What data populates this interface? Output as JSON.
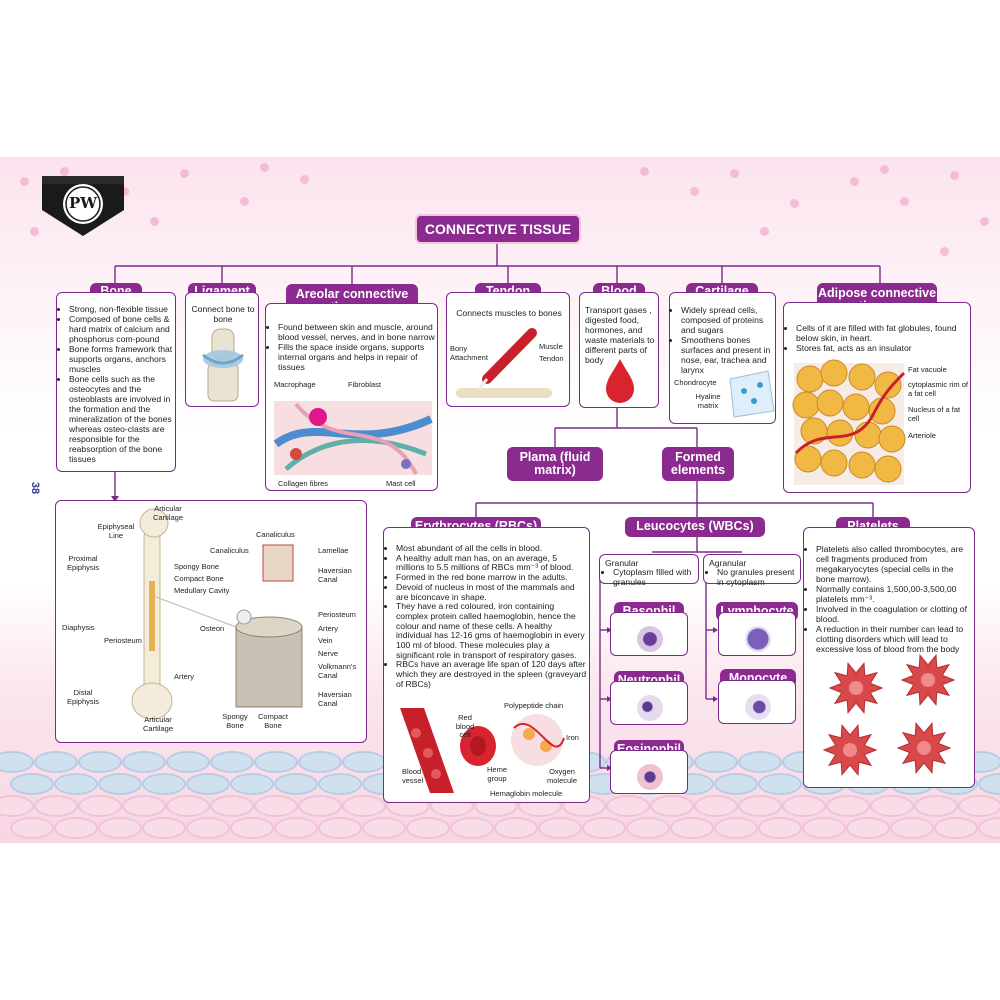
{
  "page_number": "38",
  "logo": {
    "text": "PW"
  },
  "title": "CONNECTIVE TISSUE",
  "colors": {
    "accent": "#8b2a8f",
    "line": "#7b2a8c",
    "blood": "#d9232e",
    "pink_bg": "#fbe3ee"
  },
  "bone": {
    "label": "Bone",
    "points": [
      "Strong, non-flexible tissue",
      "Composed of bone cells & hard matrix of calcium and phosphorus com-pound",
      "Bone forms framework that supports organs, anchors muscles",
      "Bone cells such as the osteocytes and the osteoblasts are involved in the formation and the mineralization of the bones whereas osteo-clasts are responsible for the reabsorption of the bone tissues"
    ],
    "diagram_labels": {
      "articular_cartilage_top": "Articular Cartilage",
      "epiphyseal_line": "Epiphyseal Line",
      "proximal_epiphysis": "Proximal Epiphysis",
      "spongy_bone": "Spongy Bone",
      "compact_bone": "Compact Bone",
      "medullary_cavity": "Medullary Cavity",
      "diaphysis": "Diaphysis",
      "periosteum_left": "Periosteum",
      "artery_left": "Artery",
      "distal_epiphysis": "Distal Epiphysis",
      "articular_cartilage_bottom": "Articular Cartilage",
      "canaliculus_top": "Canaliculus",
      "canaliculus": "Canaliculus",
      "lamellae": "Lamellae",
      "haversian_canal_top": "Haversian Canal",
      "osteon": "Osteon",
      "periosteum": "Periosteum",
      "artery": "Artery",
      "vein": "Vein",
      "nerve": "Nerve",
      "volkmanns_canal": "Volkmann's Canal",
      "haversian_canal": "Haversian Canal",
      "spongy_bone_bottom": "Spongy Bone",
      "compact_bone_bottom": "Compact Bone"
    }
  },
  "ligament": {
    "label": "Ligament",
    "text": "Connect bone to bone"
  },
  "areolar": {
    "label": "Areolar connective tissues",
    "points": [
      "Found between skin and muscle, around blood vessel, nerves, and in bone narrow",
      "Fills the space inside organs, supports internal organs and helps in repair of tissues"
    ],
    "diagram_labels": {
      "macrophage": "Macrophage",
      "fibroblast": "Fibroblast",
      "collagen": "Collagen fibres",
      "mast_cell": "Mast cell"
    }
  },
  "tendon": {
    "label": "Tendon",
    "text": "Connects muscles to bones",
    "diagram_labels": {
      "bony": "Bony Attachment",
      "muscle": "Muscle",
      "tendon": "Tendon"
    }
  },
  "blood": {
    "label": "Blood",
    "text": "Transport gases , digested food, hormones, and waste materials to different parts of body"
  },
  "cartilage": {
    "label": "Cartilage",
    "points": [
      "Widely spread cells, composed of proteins and sugars",
      "Smoothens bones surfaces and present in nose, ear, trachea and larynx"
    ],
    "diagram_labels": {
      "chondrocyte": "Chondrocyte",
      "hyaline": "Hyaline matrix"
    }
  },
  "adipose": {
    "label": "Adipose connective tissue",
    "points": [
      "Cells of it are filled with fat globules, found below skin, in heart.",
      "Stores fat, acts as an insulator"
    ],
    "diagram_labels": {
      "fat_vacuole": "Fat vacuole",
      "cyto_rim": "cytoplasmic rim of a fat cell",
      "nucleus": "Nucleus of a fat cell",
      "arteriole": "Arteriole"
    }
  },
  "plasma": {
    "label": "Plama (fluid matrix)"
  },
  "formed": {
    "label": "Formed elements"
  },
  "rbc": {
    "label": "Erythrocytes (RBCs)",
    "points": [
      "Most abundant of all the cells in blood.",
      "A healthy adult man has, on an average, 5 millions to 5.5 millions of RBCs mm⁻³ of blood.",
      "Formed in the red bone marrow in the adults.",
      "Devoid of nucleus in most of the mammals and are biconcave in shape.",
      "They have a red coloured, iron containing complex protein called haemoglobin, hence the colour and name of these cells. A healthy individual has 12-16 gms of haemoglobin in every 100 ml of blood. These molecules play a significant role in transport of respiratory gases.",
      "RBCs have an average life span of 120 days after which they are destroyed in the spleen (graveyard of RBCs)"
    ],
    "diagram_labels": {
      "red_blood_cell": "Red blood cell",
      "polypeptide": "Polypeptide chain",
      "iron": "Iron",
      "blood_vessel": "Blood vessel",
      "heme": "Heme group",
      "oxygen": "Oxygen molecule",
      "hemoglobin": "Hemaglobin molecule"
    }
  },
  "wbc": {
    "label": "Leucocytes (WBCs)",
    "granular": {
      "title": "Granular",
      "point": "Cytoplasm filled with granules"
    },
    "agranular": {
      "title": "Agranular",
      "point": "No granules present in cytoplasm"
    },
    "basophil": "Basophil",
    "neutrophil": "Neutrophil",
    "eosinophil": "Eosinophil",
    "lymphocyte": "Lymphocyte",
    "monocyte": "Monocyte"
  },
  "platelets": {
    "label": "Platelets",
    "points": [
      "Platelets also called thrombocytes, are cell fragments produced from megakaryocytes (special cells in the bone marrow).",
      "Normally contains 1,500,00-3,500,00 platelets mm⁻³.",
      "Involved in the coagulation or clotting of blood.",
      "A reduction in their number can lead to clotting disorders which will lead to excessive loss of blood from the body"
    ]
  }
}
